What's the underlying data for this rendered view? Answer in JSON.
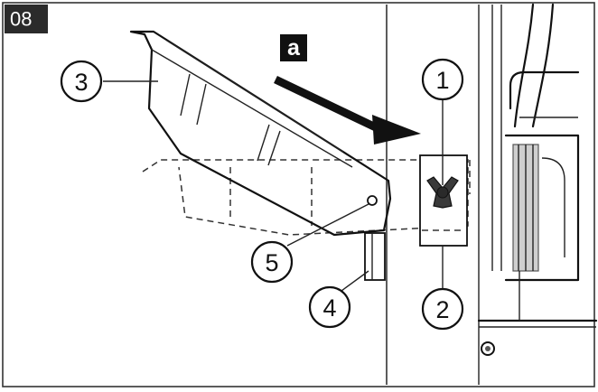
{
  "figure": {
    "step_number": "08",
    "direction_label": "a",
    "callouts": [
      {
        "id": "1",
        "label": "1"
      },
      {
        "id": "2",
        "label": "2"
      },
      {
        "id": "3",
        "label": "3"
      },
      {
        "id": "4",
        "label": "4"
      },
      {
        "id": "5",
        "label": "5"
      }
    ]
  }
}
